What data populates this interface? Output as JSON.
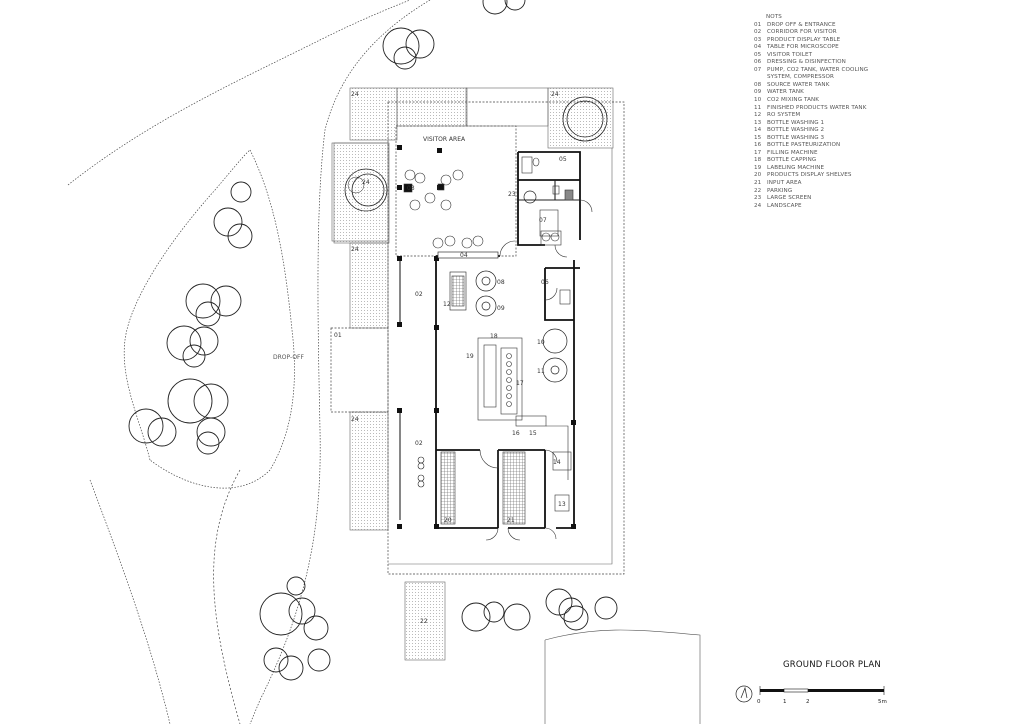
{
  "drawing": {
    "title": "GROUND FLOOR PLAN",
    "drop_off_label": "DROP-OFF",
    "visitor_area_label": "VISITOR AREA",
    "scale_labels": [
      "0",
      "1",
      "2",
      "5m"
    ]
  },
  "notes": {
    "heading": "NOTS",
    "items": [
      {
        "num": "01",
        "text": "DROP OFF & ENTRANCE"
      },
      {
        "num": "02",
        "text": "CORRIDOR FOR VISITOR"
      },
      {
        "num": "03",
        "text": "PRODUCT DISPLAY TABLE"
      },
      {
        "num": "04",
        "text": "TABLE FOR MICROSCOPE"
      },
      {
        "num": "05",
        "text": "VISITOR TOILET"
      },
      {
        "num": "06",
        "text": "DRESSING & DISINFECTION"
      },
      {
        "num": "07",
        "text": "PUMP, CO2 TANK, WATER COOLING"
      },
      {
        "num": "",
        "text": "SYSTEM, COMPRESSOR"
      },
      {
        "num": "08",
        "text": "SOURCE WATER TANK"
      },
      {
        "num": "09",
        "text": "WATER TANK"
      },
      {
        "num": "10",
        "text": "CO2 MIXING TANK"
      },
      {
        "num": "11",
        "text": "FINISHED PRODUCTS WATER TANK"
      },
      {
        "num": "12",
        "text": "RO SYSTEM"
      },
      {
        "num": "13",
        "text": "BOTTLE WASHING 1"
      },
      {
        "num": "14",
        "text": "BOTTLE WASHING 2"
      },
      {
        "num": "15",
        "text": "BOTTLE WASHING 3"
      },
      {
        "num": "16",
        "text": "BOTTLE PASTEURIZATION"
      },
      {
        "num": "17",
        "text": "FILLING MACHINE"
      },
      {
        "num": "18",
        "text": "BOTTLE CAPPING"
      },
      {
        "num": "19",
        "text": "LABELING MACHINE"
      },
      {
        "num": "20",
        "text": "PRODUCTS DISPLAY SHELVES"
      },
      {
        "num": "21",
        "text": "INPUT AREA"
      },
      {
        "num": "22",
        "text": "PARKING"
      },
      {
        "num": "23",
        "text": "LARGE SCREEN"
      },
      {
        "num": "24",
        "text": "LANDSCAPE"
      }
    ]
  },
  "room_tags": {
    "t01": "01",
    "t02a": "02",
    "t02b": "02",
    "t03": "03",
    "t04": "04",
    "t05": "05",
    "t06": "06",
    "t07": "07",
    "t08": "08",
    "t09": "09",
    "t10": "10",
    "t11": "11",
    "t12": "12",
    "t13": "13",
    "t14": "14",
    "t15": "15",
    "t16": "16",
    "t17": "17",
    "t18": "18",
    "t19": "19",
    "t20": "20",
    "t21": "21",
    "t22": "22",
    "t23": "23",
    "t24a": "24",
    "t24b": "24",
    "t24c": "24",
    "t24d": "24",
    "t24e": "24"
  }
}
